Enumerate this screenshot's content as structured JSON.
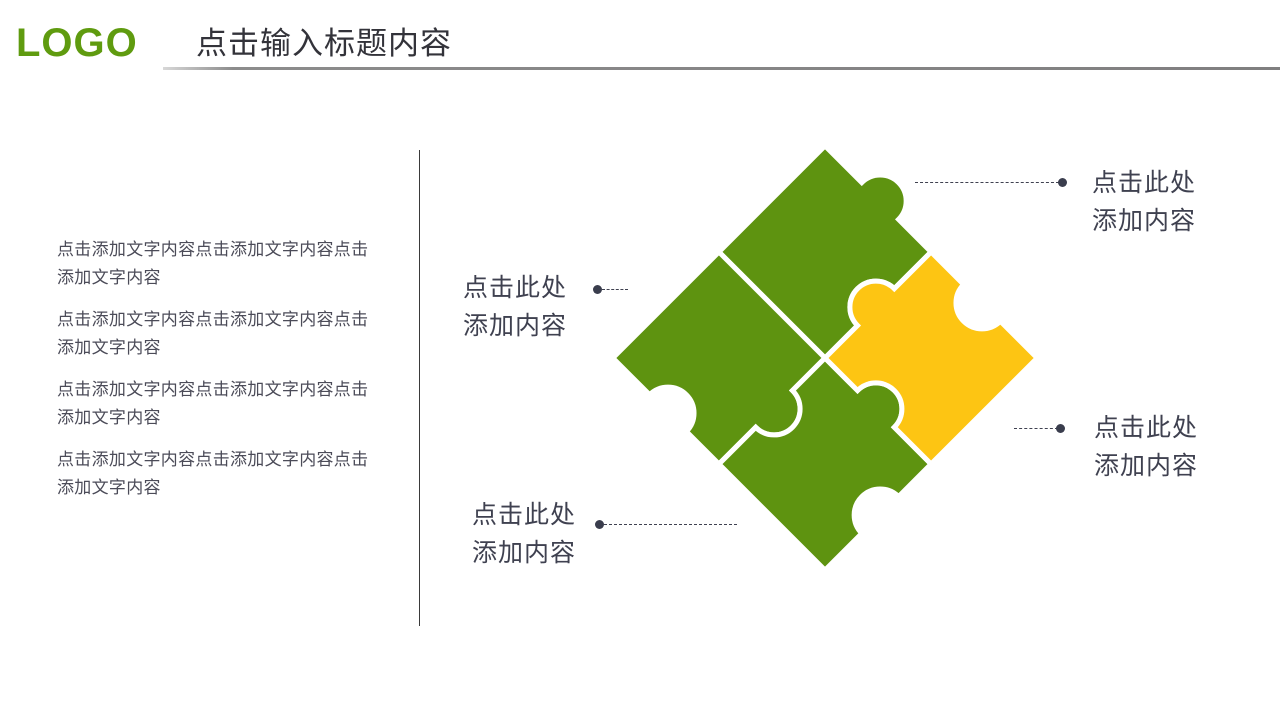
{
  "header": {
    "logo": "LOGO",
    "title": "点击输入标题内容"
  },
  "colors": {
    "logo_green": "#5F9B0F",
    "puzzle_green": "#5E9310",
    "puzzle_yellow": "#FDC513",
    "text_gray": "#4B4B58",
    "rule_gray": "#807F80",
    "dot_dark": "#3A3D4D"
  },
  "left_text": {
    "paragraphs": [
      "点击添加文字内容点击添加文字内容点击添加文字内容",
      "点击添加文字内容点击添加文字内容点击添加文字内容",
      "点击添加文字内容点击添加文字内容点击添加文字内容",
      "点击添加文字内容点击添加文字内容点击添加文字内容"
    ]
  },
  "callouts": [
    {
      "id": "top-right",
      "line1": "点击此处",
      "line2": "添加内容"
    },
    {
      "id": "left",
      "line1": "点击此处",
      "line2": "添加内容"
    },
    {
      "id": "bottom-right",
      "line1": "点击此处",
      "line2": "添加内容"
    },
    {
      "id": "bottom-left",
      "line1": "点击此处",
      "line2": "添加内容"
    }
  ],
  "puzzle": {
    "pieces": [
      {
        "name": "top-piece",
        "color": "#5E9310"
      },
      {
        "name": "left-piece",
        "color": "#5E9310"
      },
      {
        "name": "bottom-piece",
        "color": "#5E9310"
      },
      {
        "name": "right-piece",
        "color": "#FDC513"
      }
    ]
  }
}
